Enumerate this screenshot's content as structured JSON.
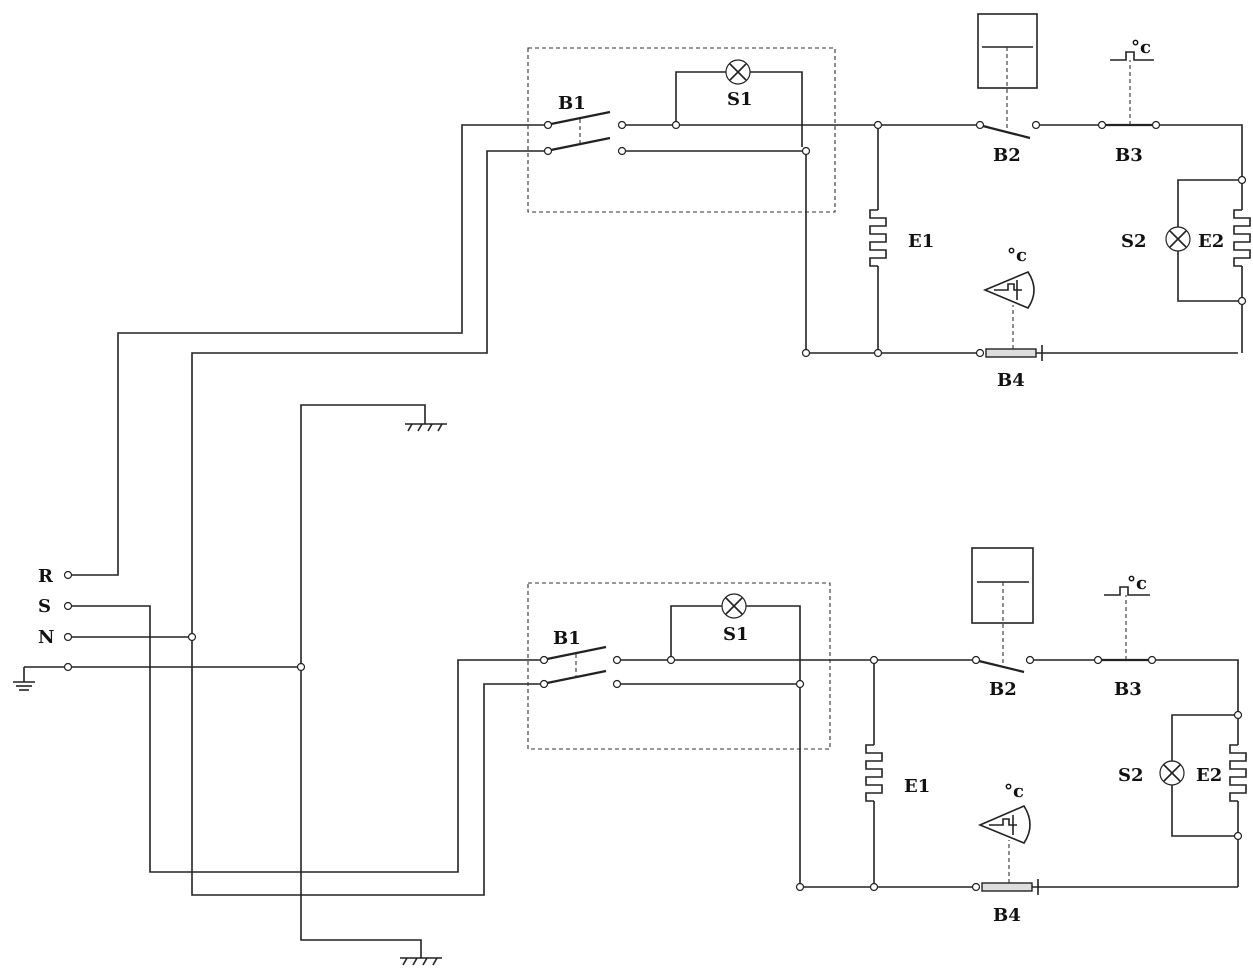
{
  "terminals": [
    "R",
    "S",
    "N"
  ],
  "circuit_top": {
    "labels": {
      "main_switch": "B1",
      "pilot_lamp": "S1",
      "switch_b2": "B2",
      "thermostat_b3": "B3",
      "thermostat_b4": "B4",
      "heater_e1": "E1",
      "heater_e2": "E2",
      "lamp_s2": "S2",
      "temp_symbol_b3": "°c",
      "temp_symbol_b4": "°c"
    }
  },
  "circuit_bottom": {
    "labels": {
      "main_switch": "B1",
      "pilot_lamp": "S1",
      "switch_b2": "B2",
      "thermostat_b3": "B3",
      "thermostat_b4": "B4",
      "heater_e1": "E1",
      "heater_e2": "E2",
      "lamp_s2": "S2",
      "temp_symbol_b3": "°c",
      "temp_symbol_b4": "°c"
    }
  }
}
